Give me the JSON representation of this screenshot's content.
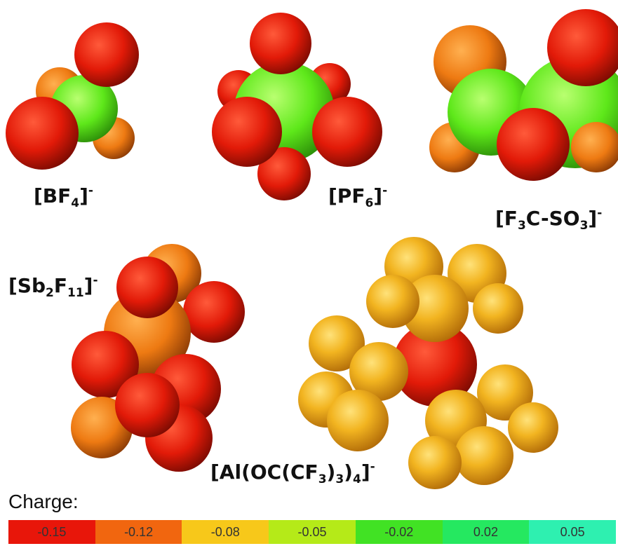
{
  "colors": {
    "red": "#e21a08",
    "orange": "#ef6a0e",
    "yellow": "#f2c416",
    "green": "#5ee81a",
    "teal": "#30f0a8"
  },
  "molecules": [
    {
      "id": "bf4",
      "formula": "BF",
      "sub1": "4",
      "rest": "]",
      "charge": "-"
    },
    {
      "id": "pf6",
      "formula": "PF",
      "sub1": "6",
      "rest": "]",
      "charge": "-"
    },
    {
      "id": "cf3so3",
      "formula": "F",
      "sub1": "3",
      "mid": "C-SO",
      "sub2": "3",
      "rest": "]",
      "charge": "-"
    },
    {
      "id": "sb2f11",
      "formula": "Sb",
      "sub1": "2",
      "mid": "F",
      "sub2": "11",
      "rest": "]",
      "charge": "-"
    },
    {
      "id": "al",
      "formula": "Al(OC(CF",
      "sub1": "3",
      "mid": ")",
      "sub2": "3",
      "mid2": ")",
      "sub3": "4",
      "rest": "]",
      "charge": "-"
    }
  ],
  "legend": {
    "title": "Charge:",
    "segments": [
      {
        "label": "-0.15",
        "color": "#e8160a"
      },
      {
        "label": "-0.12",
        "color": "#f1660f"
      },
      {
        "label": "-0.08",
        "color": "#f7c81a"
      },
      {
        "label": "-0.05",
        "color": "#b5ea18"
      },
      {
        "label": "-0.02",
        "color": "#41e224"
      },
      {
        "label": "0.02",
        "color": "#25e860"
      },
      {
        "label": "0.05",
        "color": "#2ef0b0"
      }
    ]
  }
}
